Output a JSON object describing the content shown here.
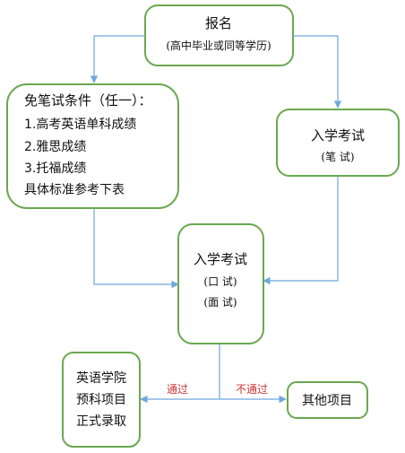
{
  "colors": {
    "box_border": "#6aa84f",
    "edge": "#6fa8dc",
    "edge_label": "#cc3333",
    "text": "#111111"
  },
  "nodes": {
    "register": {
      "title": "报名",
      "subtitle": "(高中毕业或同等学历)"
    },
    "exempt": {
      "title": "免笔试条件（任一）：",
      "items": [
        "1.高考英语单科成绩",
        "2.雅思成绩",
        "3.托福成绩",
        "具体标准参考下表"
      ]
    },
    "written_exam": {
      "title": "入学考试",
      "subtitle": "(笔  试)"
    },
    "oral_exam": {
      "title": "入学考试",
      "line1": "(口  试)",
      "line2": "(面  试)"
    },
    "admitted": {
      "lines": [
        "英语学院",
        "预科项目",
        "正式录取"
      ]
    },
    "other": {
      "title": "其他项目"
    }
  },
  "edges": {
    "pass_label": "通过",
    "fail_label": "不通过"
  }
}
